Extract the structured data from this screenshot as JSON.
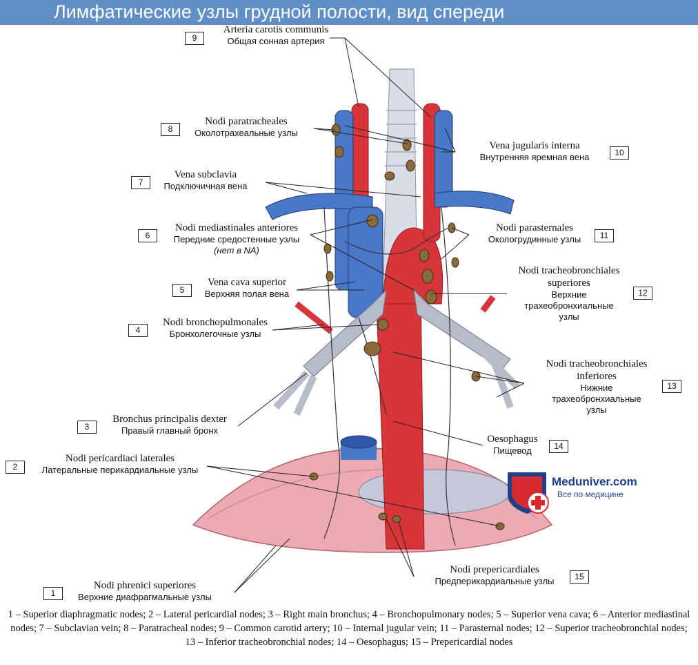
{
  "title": "Лимфатические узлы грудной полости, вид спереди",
  "labels": [
    {
      "num": "9",
      "latin": "Arteria carotis communis",
      "russian": "Общая сонная артерия"
    },
    {
      "num": "8",
      "latin": "Nodi paratracheales",
      "russian": "Околотрахеальные узлы"
    },
    {
      "num": "10",
      "latin": "Vena jugularis interna",
      "russian": "Внутренняя яремная вена"
    },
    {
      "num": "7",
      "latin": "Vena subclavia",
      "russian": "Подключичная вена"
    },
    {
      "num": "6",
      "latin": "Nodi mediastinales anteriores",
      "russian": "Передние средостенные узлы",
      "note": "(нет в NA)"
    },
    {
      "num": "11",
      "latin": "Nodi parasternales",
      "russian": "Окологрудинные узлы"
    },
    {
      "num": "12",
      "latin": [
        "Nodi tracheobronchiales",
        "superiores"
      ],
      "russian": [
        "Верхние",
        "трахеобронхиальные",
        "узлы"
      ]
    },
    {
      "num": "5",
      "latin": "Vena cava superior",
      "russian": "Верхняя полая вена"
    },
    {
      "num": "4",
      "latin": "Nodi bronchopulmonales",
      "russian": "Бронхолегочные узлы"
    },
    {
      "num": "13",
      "latin": [
        "Nodi tracheobronchiales",
        "inferiores"
      ],
      "russian": [
        "Нижние",
        "трахеобронхиальные",
        "узлы"
      ]
    },
    {
      "num": "3",
      "latin": "Bronchus principalis dexter",
      "russian": "Правый главный бронх"
    },
    {
      "num": "14",
      "latin": "Oesophagus",
      "russian": "Пищевод"
    },
    {
      "num": "2",
      "latin": "Nodi pericardiaci laterales",
      "russian": "Латеральные перикардиальные узлы"
    },
    {
      "num": "15",
      "latin": "Nodi prepericardiales",
      "russian": "Предперикардиальные узлы"
    },
    {
      "num": "1",
      "latin": "Nodi phrenici superiores",
      "russian": "Верхние диафрагмальные узлы"
    }
  ],
  "logo": {
    "name": "Meduniver.com",
    "tagline": "Все по медицине"
  },
  "caption": "1 – Superior diaphragmatic nodes; 2 – Lateral pericardial nodes; 3 – Right main bronchus; 4 – Bronchopulmonary nodes; 5 – Superior vena cava; 6 – Anterior mediastinal nodes; 7 – Subclavian vein; 8 – Paratracheal nodes; 9 – Common carotid artery; 10 – Internal jugular vein; 11 – Parasternal nodes; 12 – Superior tracheobronchial nodes; 13 – Inferior tracheobronchial nodes; 14 – Oesophagus; 15 – Prepericardial nodes",
  "colors": {
    "title_bar": "#5f8fc4",
    "vein": "#4a78c8",
    "artery": "#d8353a",
    "node": "#8a6a3a",
    "diaphragm": "#e8a0a8"
  }
}
